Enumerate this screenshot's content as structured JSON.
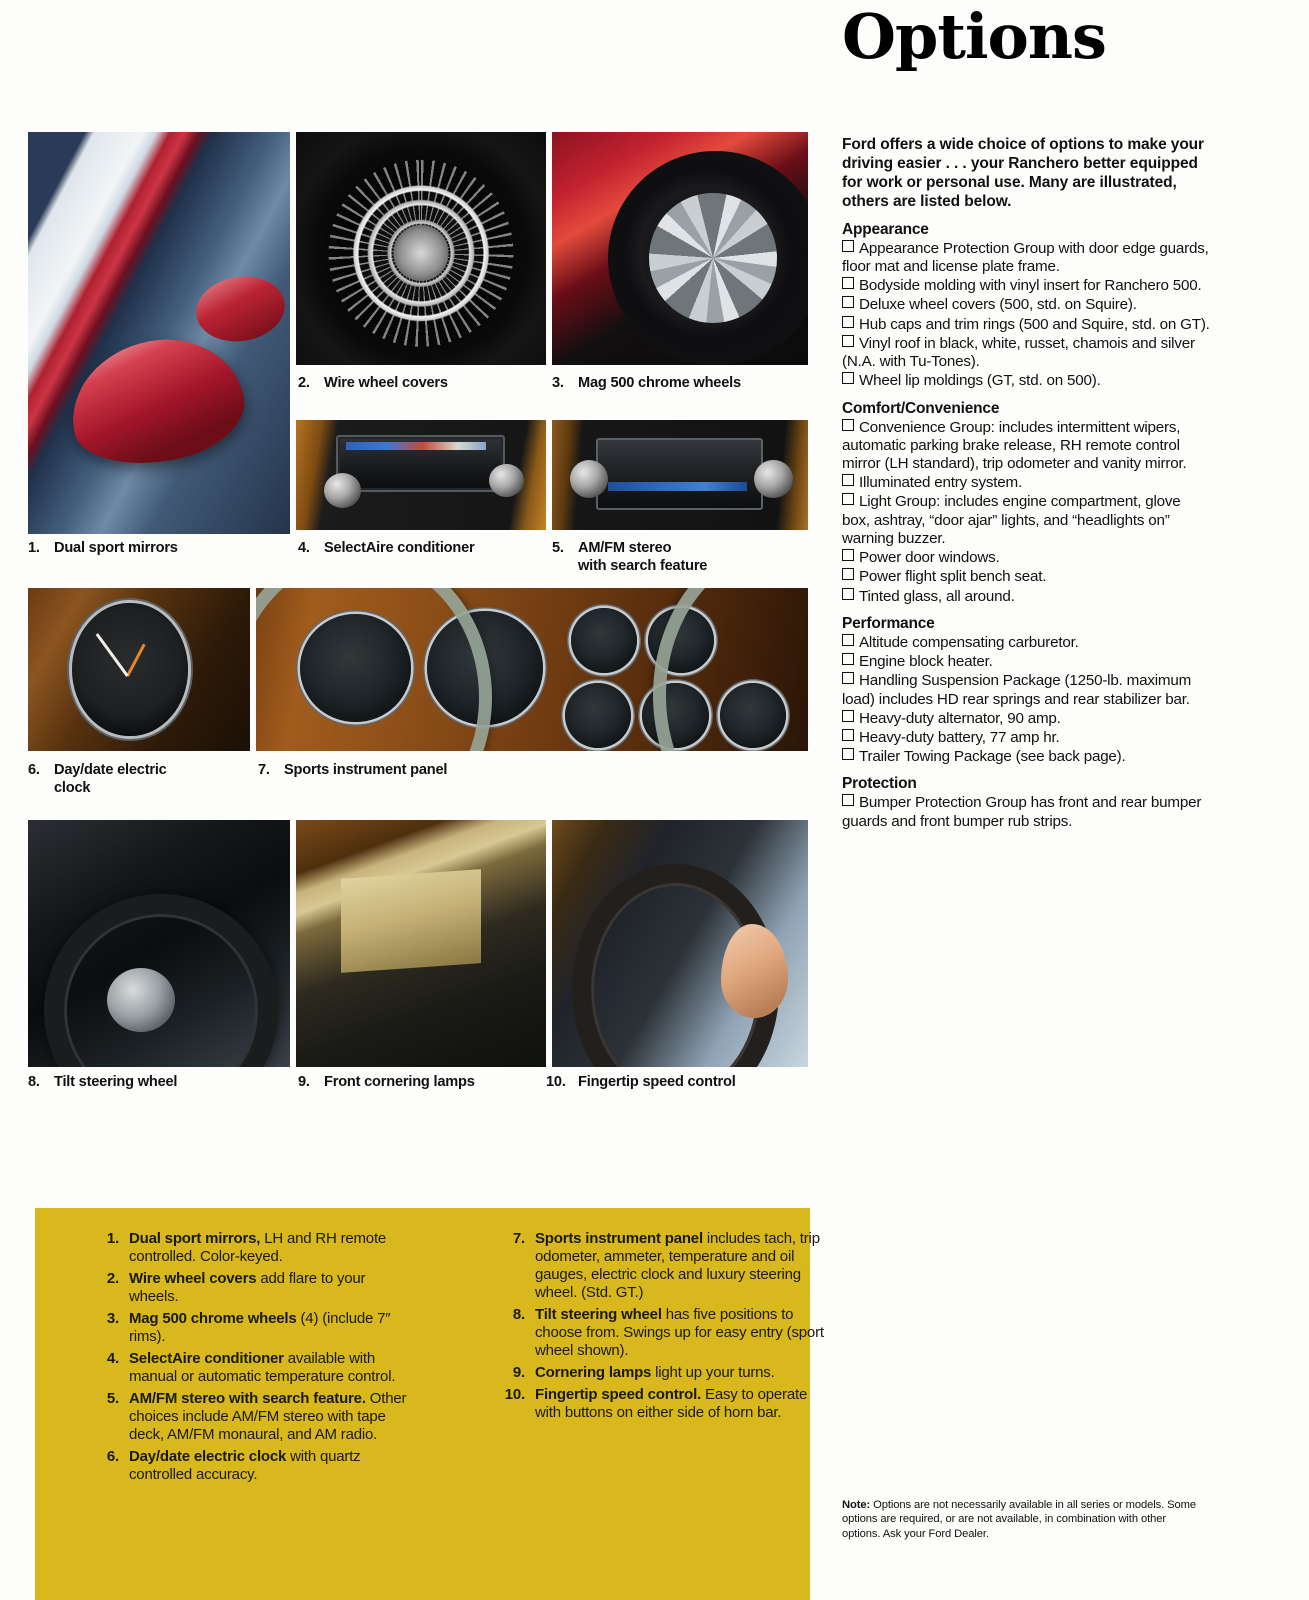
{
  "header": {
    "title": "Options"
  },
  "intro": "Ford offers a wide choice of options to make your driving easier . . . your Ranchero better equipped for work or personal use. Many are illustrated, others are listed below.",
  "option_sections": [
    {
      "heading": "Appearance",
      "items": [
        "Appearance Protection Group with door edge guards, floor mat and license plate frame.",
        "Bodyside molding with vinyl insert for Ranchero 500.",
        "Deluxe wheel covers (500, std. on Squire).",
        "Hub caps and trim rings (500 and Squire, std. on GT).",
        "Vinyl roof in black, white, russet, chamois and silver (N.A. with Tu-Tones).",
        "Wheel lip moldings (GT, std. on 500)."
      ]
    },
    {
      "heading": "Comfort/Convenience",
      "items": [
        "Convenience Group: includes intermittent wipers, automatic parking brake release, RH remote control mirror (LH standard), trip odometer and vanity mirror.",
        "Illuminated entry system.",
        "Light Group: includes engine compartment, glove box, ashtray, “door ajar” lights, and “headlights on” warning buzzer.",
        "Power door windows.",
        "Power flight split bench seat.",
        "Tinted glass, all around."
      ]
    },
    {
      "heading": "Performance",
      "items": [
        "Altitude compensating carburetor.",
        "Engine block heater.",
        "Handling Suspension Package (1250-lb. maximum load) includes HD rear springs and rear stabilizer bar.",
        "Heavy-duty alternator, 90 amp.",
        "Heavy-duty battery, 77 amp hr.",
        "Trailer Towing Package (see back page)."
      ]
    },
    {
      "heading": "Protection",
      "items": [
        "Bumper Protection Group has front and rear bumper guards and front bumper rub strips."
      ]
    }
  ],
  "note": {
    "label": "Note:",
    "body": " Options are not necessarily available in all series or models. Some options are required, or are not available, in combination with other options. Ask your Ford Dealer."
  },
  "photos": [
    {
      "num": "1.",
      "caption": "Dual sport mirrors",
      "caption2": ""
    },
    {
      "num": "2.",
      "caption": "Wire wheel covers",
      "caption2": ""
    },
    {
      "num": "3.",
      "caption": "Mag 500 chrome wheels",
      "caption2": ""
    },
    {
      "num": "4.",
      "caption": "SelectAire conditioner",
      "caption2": ""
    },
    {
      "num": "5.",
      "caption": "AM/FM stereo",
      "caption2": "with search feature"
    },
    {
      "num": "6.",
      "caption": "Day/date electric",
      "caption2": "clock"
    },
    {
      "num": "7.",
      "caption": "Sports instrument panel",
      "caption2": ""
    },
    {
      "num": "8.",
      "caption": "Tilt steering wheel",
      "caption2": ""
    },
    {
      "num": "9.",
      "caption": "Front cornering lamps",
      "caption2": ""
    },
    {
      "num": "10.",
      "caption": "Fingertip speed control",
      "caption2": ""
    }
  ],
  "legend": {
    "left": [
      {
        "num": "1.",
        "bold": "Dual sport mirrors,",
        "rest": " LH and RH remote controlled. Color-keyed."
      },
      {
        "num": "2.",
        "bold": "Wire wheel covers",
        "rest": " add flare to your wheels."
      },
      {
        "num": "3.",
        "bold": "Mag 500 chrome wheels",
        "rest": " (4) (include 7″ rims)."
      },
      {
        "num": "4.",
        "bold": "SelectAire conditioner",
        "rest": " available with manual or automatic temperature control."
      },
      {
        "num": "5.",
        "bold": "AM/FM stereo with search feature.",
        "rest": " Other choices include AM/FM stereo with tape deck, AM/FM monaural, and AM radio."
      },
      {
        "num": "6.",
        "bold": "Day/date electric clock",
        "rest": " with quartz controlled accuracy."
      }
    ],
    "right": [
      {
        "num": "7.",
        "bold": "Sports instrument panel",
        "rest": " includes tach, trip odometer, ammeter, temperature and oil gauges, electric clock and luxury steering wheel. (Std. GT.)"
      },
      {
        "num": "8.",
        "bold": "Tilt steering wheel",
        "rest": " has five positions to choose from. Swings up for easy entry (sport wheel shown)."
      },
      {
        "num": "9.",
        "bold": "Cornering lamps",
        "rest": " light up your turns."
      },
      {
        "num": "10.",
        "bold": "Fingertip speed control.",
        "rest": " Easy to operate with buttons on either side of horn bar."
      }
    ]
  },
  "colors": {
    "panel_yellow": "#d8b81c",
    "page_background": "#fdfdfb",
    "ink": "#111111"
  }
}
